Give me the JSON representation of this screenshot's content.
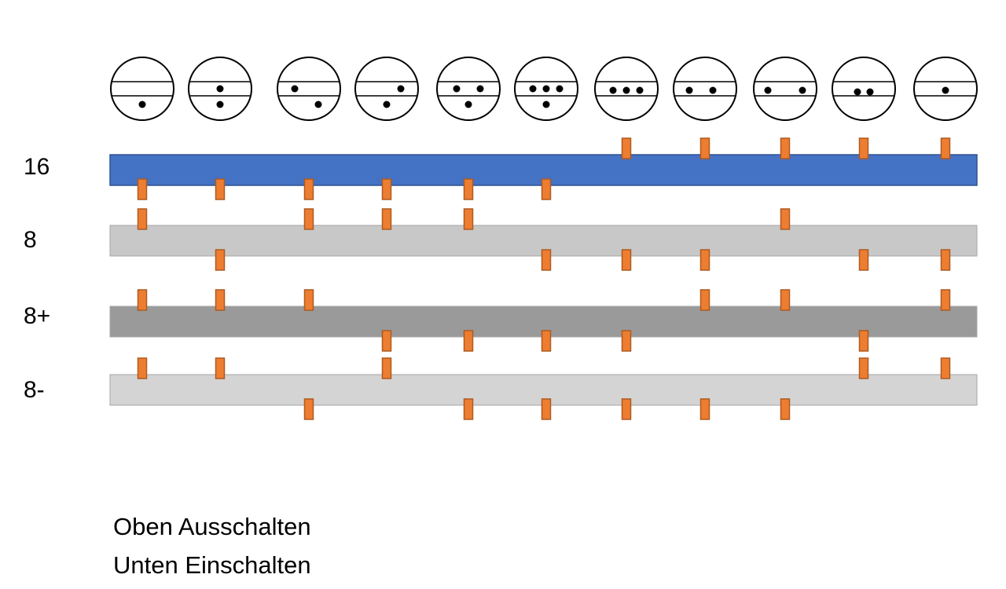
{
  "rows": [
    {
      "label": "16",
      "color": "#4472c4"
    },
    {
      "label": "8",
      "color": "#c8c8c8"
    },
    {
      "label": "8+",
      "color": "#9a9a9a"
    },
    {
      "label": "8-",
      "color": "#d4d4d4"
    }
  ],
  "legend": {
    "top": "Oben Ausschalten",
    "bottom": "Unten Einschalten"
  },
  "colors": {
    "marker_fill": "#ed7d31",
    "marker_stroke": "#ae5a21",
    "symbol_stroke": "#000000",
    "bar_16_stroke": "#2f528f"
  },
  "columns": [
    {
      "symbol": "one dot below line",
      "dots_above": 0,
      "dots_below": 1,
      "states": [
        "below",
        "above",
        "above",
        "above"
      ]
    },
    {
      "symbol": "one dot above, one below",
      "dots_above": 1,
      "dots_below": 1,
      "states": [
        "below",
        "below",
        "above",
        "above"
      ]
    },
    {
      "symbol": "one dot above, one below",
      "dots_above": 1,
      "dots_below": 1,
      "states": [
        "below",
        "above",
        "above",
        "below"
      ]
    },
    {
      "symbol": "one dot above, one below",
      "dots_above": 1,
      "dots_below": 1,
      "states": [
        "below",
        "above",
        "below",
        "above"
      ]
    },
    {
      "symbol": "two dots above, one below",
      "dots_above": 2,
      "dots_below": 1,
      "states": [
        "below",
        "above",
        "below",
        "below"
      ]
    },
    {
      "symbol": "three dots above, one below",
      "dots_above": 3,
      "dots_below": 1,
      "states": [
        "below",
        "below",
        "below",
        "below"
      ]
    },
    {
      "symbol": "three dots on line",
      "dots_above": 3,
      "dots_below": 0,
      "states": [
        "above",
        "below",
        "below",
        "below"
      ]
    },
    {
      "symbol": "two dots on line",
      "dots_above": 2,
      "dots_below": 0,
      "states": [
        "above",
        "below",
        "above",
        "below"
      ]
    },
    {
      "symbol": "two dots wide on line",
      "dots_above": 2,
      "dots_below": 0,
      "states": [
        "above",
        "above",
        "above",
        "below"
      ]
    },
    {
      "symbol": "two dots below line",
      "dots_above": 0,
      "dots_below": 2,
      "states": [
        "above",
        "below",
        "below",
        "above"
      ]
    },
    {
      "symbol": "one dot above line",
      "dots_above": 1,
      "dots_below": 0,
      "states": [
        "above",
        "below",
        "above",
        "above"
      ]
    }
  ]
}
